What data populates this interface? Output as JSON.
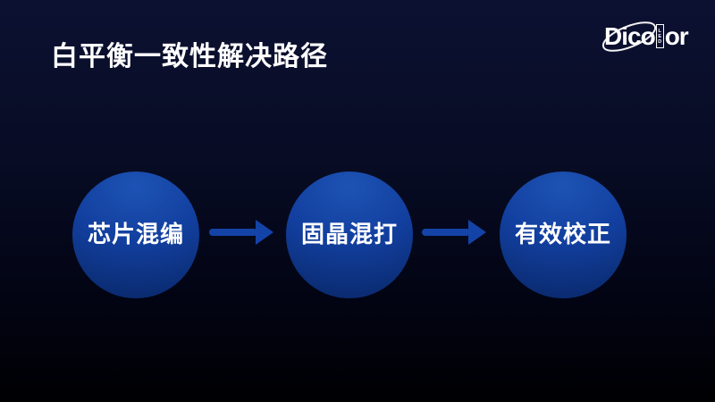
{
  "slide": {
    "title": "白平衡一致性解决路径",
    "logo": {
      "left": "Dico",
      "vertical": "LED",
      "right": "or"
    },
    "steps": [
      {
        "label": "芯片混编"
      },
      {
        "label": "固晶混打"
      },
      {
        "label": "有效校正"
      }
    ],
    "colors": {
      "background_top": "#0c1132",
      "background_mid": "#070b22",
      "background_bottom": "#000002",
      "circle_light": "#1d53b4",
      "circle_mid": "#123f9f",
      "circle_dark": "#0a2a6e",
      "arrow": "#1443a8",
      "text": "#ffffff"
    }
  }
}
